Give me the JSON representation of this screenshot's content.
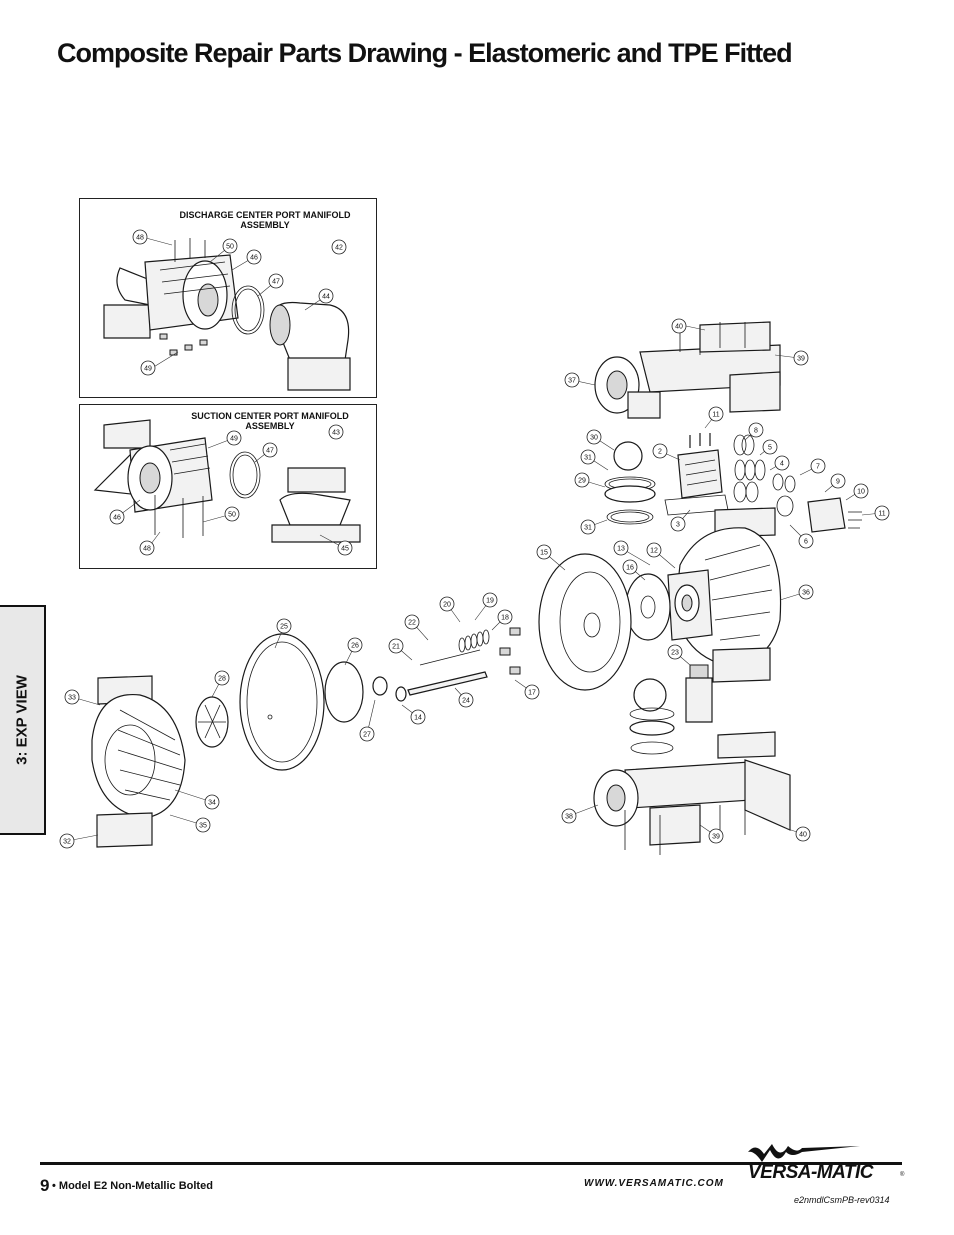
{
  "page": {
    "title": "Composite Repair Parts Drawing - Elastomeric and TPE Fitted",
    "side_tab": "3: EXP VIEW"
  },
  "insets": {
    "discharge_title": "DISCHARGE CENTER PORT MANIFOLD ASSEMBLY",
    "suction_title": "SUCTION CENTER PORT MANIFOLD ASSEMBLY"
  },
  "callouts": {
    "c48a": "48",
    "c50a": "50",
    "c46a": "46",
    "c42": "42",
    "c47a": "47",
    "c44": "44",
    "c49a": "49",
    "c49b": "49",
    "c43": "43",
    "c47b": "47",
    "c46b": "46",
    "c50b": "50",
    "c48b": "48",
    "c45": "45",
    "c40a": "40",
    "c39a": "39",
    "c37": "37",
    "c11a": "11",
    "c8": "8",
    "c30": "30",
    "c2": "2",
    "c5": "5",
    "c4": "4",
    "c7": "7",
    "c31a": "31",
    "c9": "9",
    "c10": "10",
    "c29": "29",
    "c11b": "11",
    "c3": "3",
    "c6": "6",
    "c31b": "31",
    "c15": "15",
    "c13": "13",
    "c12": "12",
    "c16": "16",
    "c36": "36",
    "c20": "20",
    "c19": "19",
    "c22": "22",
    "c18": "18",
    "c25": "25",
    "c26": "26",
    "c21": "21",
    "c23": "23",
    "c28": "28",
    "c17": "17",
    "c33": "33",
    "c24": "24",
    "c14": "14",
    "c27": "27",
    "c34": "34",
    "c35": "35",
    "c38": "38",
    "c39b": "39",
    "c40b": "40",
    "c32": "32"
  },
  "footer": {
    "page_number": "9",
    "model": "• Model E2 Non-Metallic Bolted",
    "website": "WWW.VERSAMATIC.COM",
    "brand": "VERSA-MATIC",
    "doc_ref": "e2nmdlCsmPB-rev0314"
  }
}
